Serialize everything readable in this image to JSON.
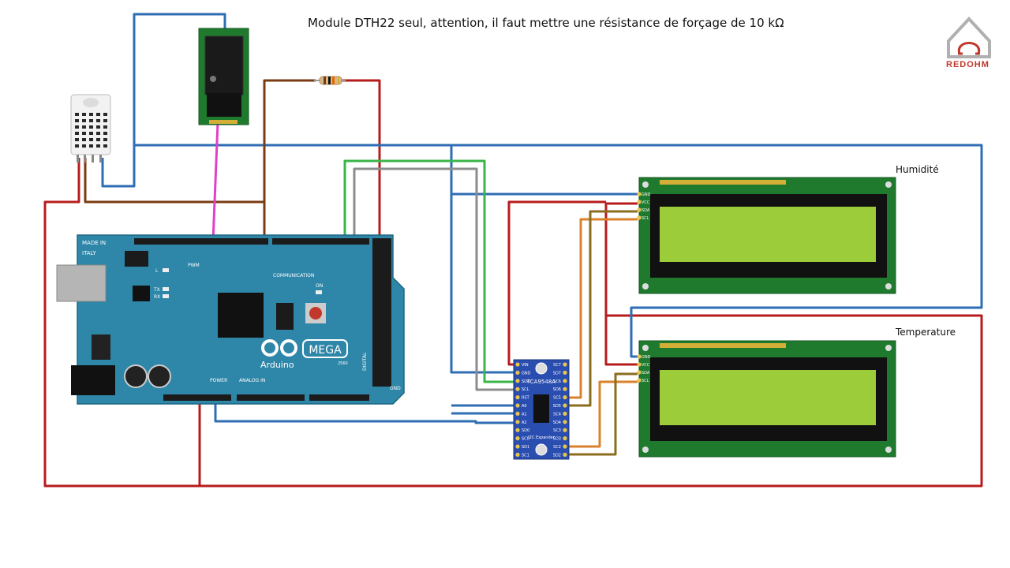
{
  "title": "Module  DTH22 seul, attention, il faut mettre une résistance de forçage de 10 kΩ",
  "lcd_humidity_label": "Humidité",
  "lcd_temperature_label": "Temperature",
  "logo_text": "REDOHM",
  "arduino": {
    "made_in": "MADE IN",
    "italy": "ITALY",
    "brand": "Arduino",
    "model": "MEGA",
    "version": "2560",
    "pwm": "PWM",
    "communication": "COMMUNICATION",
    "power": "POWER",
    "analog_in": "ANALOG IN",
    "digital": "DIGITAL",
    "on": "ON",
    "tx": "TX",
    "rx": "RX",
    "l": "L",
    "gnd": "GND"
  },
  "mux": {
    "chip": "TCA9548A",
    "label": "I2C Expander",
    "pins_left": [
      "VIN",
      "GND",
      "SDA",
      "SCL",
      "RST",
      "A0",
      "A1",
      "A2",
      "SD0",
      "SC0",
      "SD1",
      "SC1"
    ],
    "pins_right": [
      "SC7",
      "SD7",
      "SC6",
      "SD6",
      "SC5",
      "SD5",
      "SC4",
      "SD4",
      "SC3",
      "SD3",
      "SC2",
      "SD2"
    ]
  },
  "lcd_pins": [
    "GND",
    "VCC",
    "SDA",
    "SCL"
  ],
  "colors": {
    "red": "#b71c1c",
    "blue": "#2f6db5",
    "brown": "#7a3b12",
    "green": "#39b54a",
    "gray": "#8c8c8c",
    "orange": "#d9822b",
    "olive": "#8b6d1f",
    "magenta": "#e040c8",
    "arduino_board": "#2e86a8",
    "lcd_board": "#1f7a2e",
    "lcd_screen": "#9ccc3a",
    "mux_board": "#2a4db0"
  }
}
